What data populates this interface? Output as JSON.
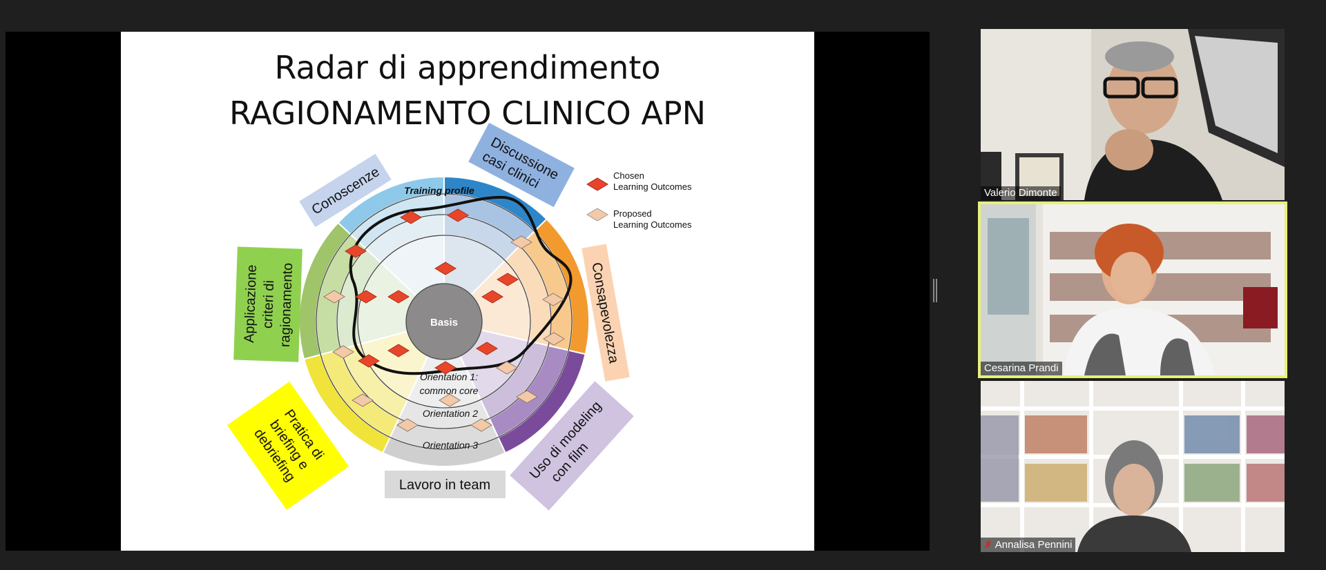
{
  "slide": {
    "title_line1": "Radar di apprendimento",
    "title_line2": "RAGIONAMENTO CLINICO APN",
    "center_label": "Basis",
    "ring_label_top": "Training profile",
    "orientations": [
      "Orientation 1:",
      "common core",
      "Orientation 2",
      "Orientation 3"
    ],
    "legend": {
      "chosen_line1": "Chosen",
      "chosen_line2": "Learning Outcomes",
      "proposed_line1": "Proposed",
      "proposed_line2": "Learning Outcomes"
    },
    "categories": {
      "conoscenze": "Conoscenze",
      "discussione_1": "Discussione",
      "discussione_2": "casi clinici",
      "consapevolezza": "Consapevolezza",
      "applicazione_1": "Applicazione",
      "applicazione_2": "criteri di",
      "applicazione_3": "ragionamento",
      "pratica_1": "Pratica di",
      "pratica_2": "briefing e",
      "pratica_3": "debriefing",
      "uso_1": "Uso di modeling",
      "uso_2": "con film",
      "lavoro": "Lavoro in team"
    },
    "colors": {
      "chosen": "#e8462a",
      "proposed": "#f4c9a8",
      "conoscenze_label_bg": "#c5d3ec",
      "discussione_label_bg": "#8fb1e0",
      "consapevolezza_label_bg": "#fbd3b2",
      "applicazione_label_bg": "#8fd14f",
      "pratica_label_bg": "#ffff00",
      "uso_label_bg": "#cfc3e0",
      "lavoro_label_bg": "#d9d9d9"
    }
  },
  "participants": [
    {
      "name": "Valerio Dimonte",
      "muted": false,
      "active": false
    },
    {
      "name": "Cesarina Prandi",
      "muted": false,
      "active": true
    },
    {
      "name": "Annalisa Pennini",
      "muted": true,
      "active": false
    }
  ]
}
